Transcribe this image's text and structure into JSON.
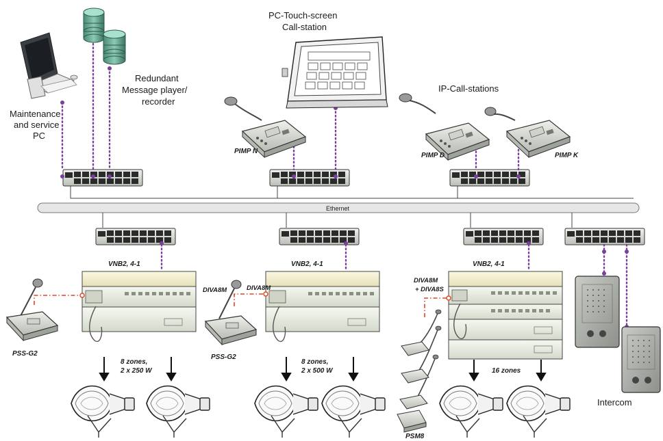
{
  "labels": {
    "maintenance_1": "Maintenance",
    "maintenance_2": "and service",
    "maintenance_3": "PC",
    "redundant_1": "Redundant",
    "redundant_2": "Message player/",
    "redundant_3": "recorder",
    "pc_touch_1": "PC-Touch-screen",
    "pc_touch_2": "Call-station",
    "ip_call": "IP-Call-stations",
    "pimp_n": "PIMP N",
    "pimp_d": "PIMP D",
    "pimp_k": "PIMP K",
    "ethernet": "Ethernet",
    "vnb_1": "VNB2, 4-1",
    "vnb_2": "VNB2, 4-1",
    "vnb_3": "VNB2, 4-1",
    "diva_1": "DIVA8M",
    "diva_2": "DIVA8M",
    "diva_3a": "DIVA8M",
    "diva_3b": "+ DIVA8S",
    "pss_1": "PSS-G2",
    "pss_2": "PSS-G2",
    "zones_1a": "8 zones,",
    "zones_1b": "2 x 250 W",
    "zones_2a": "8 zones,",
    "zones_2b": "2 x 500 W",
    "zones_3": "16 zones",
    "psm": "PSM8",
    "intercom": "Intercom"
  },
  "colors": {
    "data_link": "#7b3fa0",
    "audio_link": "#e0451f",
    "amp_top": "#f3efcf",
    "amp_body": "#eef2e6",
    "switch_body": "#d9ddd6",
    "ethernet_bar": "#e6e6e6"
  },
  "icons": [
    "desktop-pc-icon",
    "database-icon",
    "touch-panel-icon",
    "microphone-desk-icon",
    "network-switch-icon",
    "amplifier-icon",
    "horn-speaker-icon",
    "intercom-panel-icon"
  ]
}
